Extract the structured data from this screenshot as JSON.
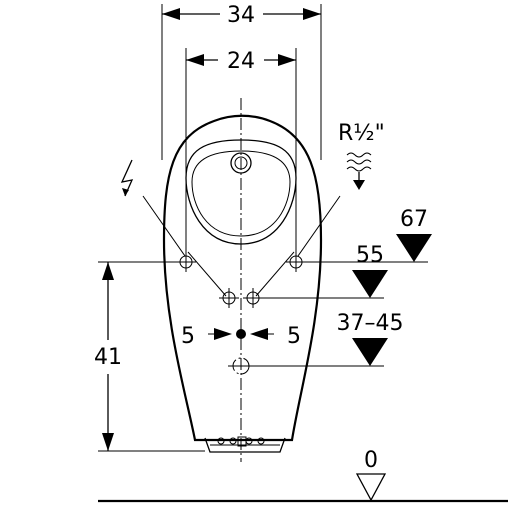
{
  "dimensions": {
    "width_outer": "34",
    "width_inner": "24",
    "height_left": "41",
    "offset_left": "5",
    "offset_right": "5",
    "supply_thread": "R½\"",
    "level_67": "67",
    "level_55": "55",
    "level_37_45": "37–45",
    "level_0": "0"
  },
  "icons": {
    "electric": "lightning-icon",
    "water": "water-waves-icon"
  },
  "colors": {
    "line": "#000000",
    "background": "#ffffff"
  }
}
